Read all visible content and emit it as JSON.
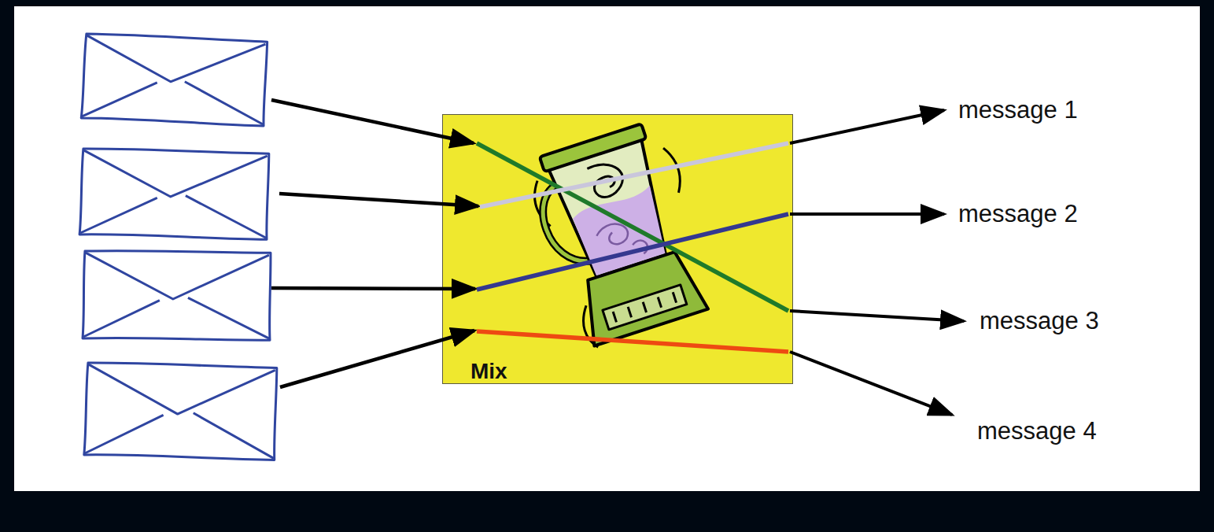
{
  "diagram": {
    "nodes": [
      {
        "text": [
          "Mix"
        ]
      }
    ],
    "labels": [
      "message 1",
      "message 2",
      "message 3",
      "message 4"
    ]
  }
}
